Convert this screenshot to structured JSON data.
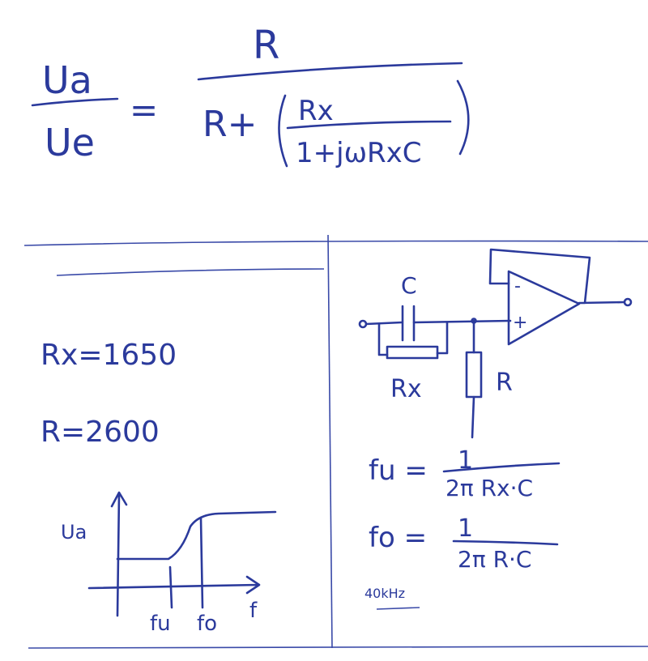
{
  "equation": {
    "lhs_num": "Ua",
    "lhs_den": "Ue",
    "equals": "=",
    "rhs_num": "R",
    "rhs_den_prefix": "R+",
    "inner_num": "Rx",
    "inner_den": "1+jωRxC"
  },
  "values": {
    "rx": "Rx=1650",
    "r": "R=2600"
  },
  "graph": {
    "y_label": "Ua",
    "x_label": "f",
    "tick_fu": "fu",
    "tick_fo": "fo"
  },
  "circuit": {
    "cap_label": "C",
    "rx_label": "Rx",
    "r_label": "R",
    "minus": "-",
    "plus": "+"
  },
  "formulas": {
    "fu_lhs": "fu =",
    "fu_num": "1",
    "fu_den": "2π Rx·C",
    "fo_lhs": "fo =",
    "fo_num": "1",
    "fo_den": "2π R·C",
    "note": "40kHz"
  },
  "colors": {
    "ink": "#2b3a9c"
  }
}
